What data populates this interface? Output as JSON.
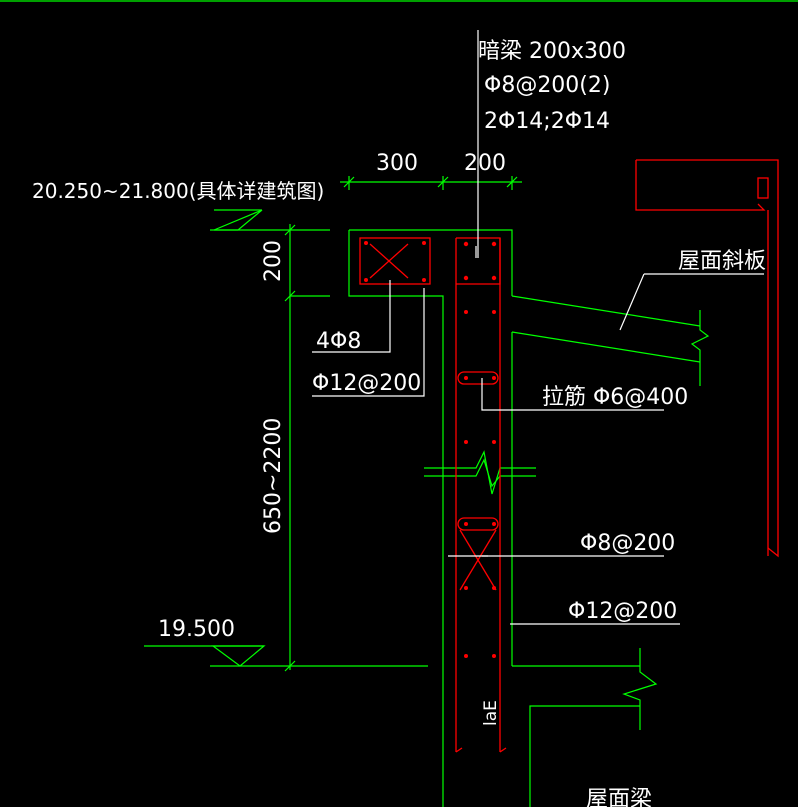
{
  "dark_beam": {
    "title": "暗梁 200x300",
    "stirrup": "Φ8@200(2)",
    "bars": "2Φ14;2Φ14"
  },
  "dimensions": {
    "width_a": "300",
    "width_b": "200",
    "height_top": "200",
    "height_range": "650~2200"
  },
  "elevations": {
    "top": "20.250~21.800(具体详建筑图)",
    "bottom": "19.500"
  },
  "labels": {
    "roof_slab": "屋面斜板",
    "top_bars": "4Φ8",
    "top_stirrup": "Φ12@200",
    "tie_bar": "拉筋 Φ6@400",
    "wall_horizontal": "Φ8@200",
    "wall_vertical": "Φ12@200",
    "anchorage": "laE",
    "roof_beam": "屋面梁"
  },
  "colors": {
    "background": "#000000",
    "concrete_outline": "#00ff00",
    "rebar": "#ff0000",
    "annotation": "#ffffff"
  }
}
